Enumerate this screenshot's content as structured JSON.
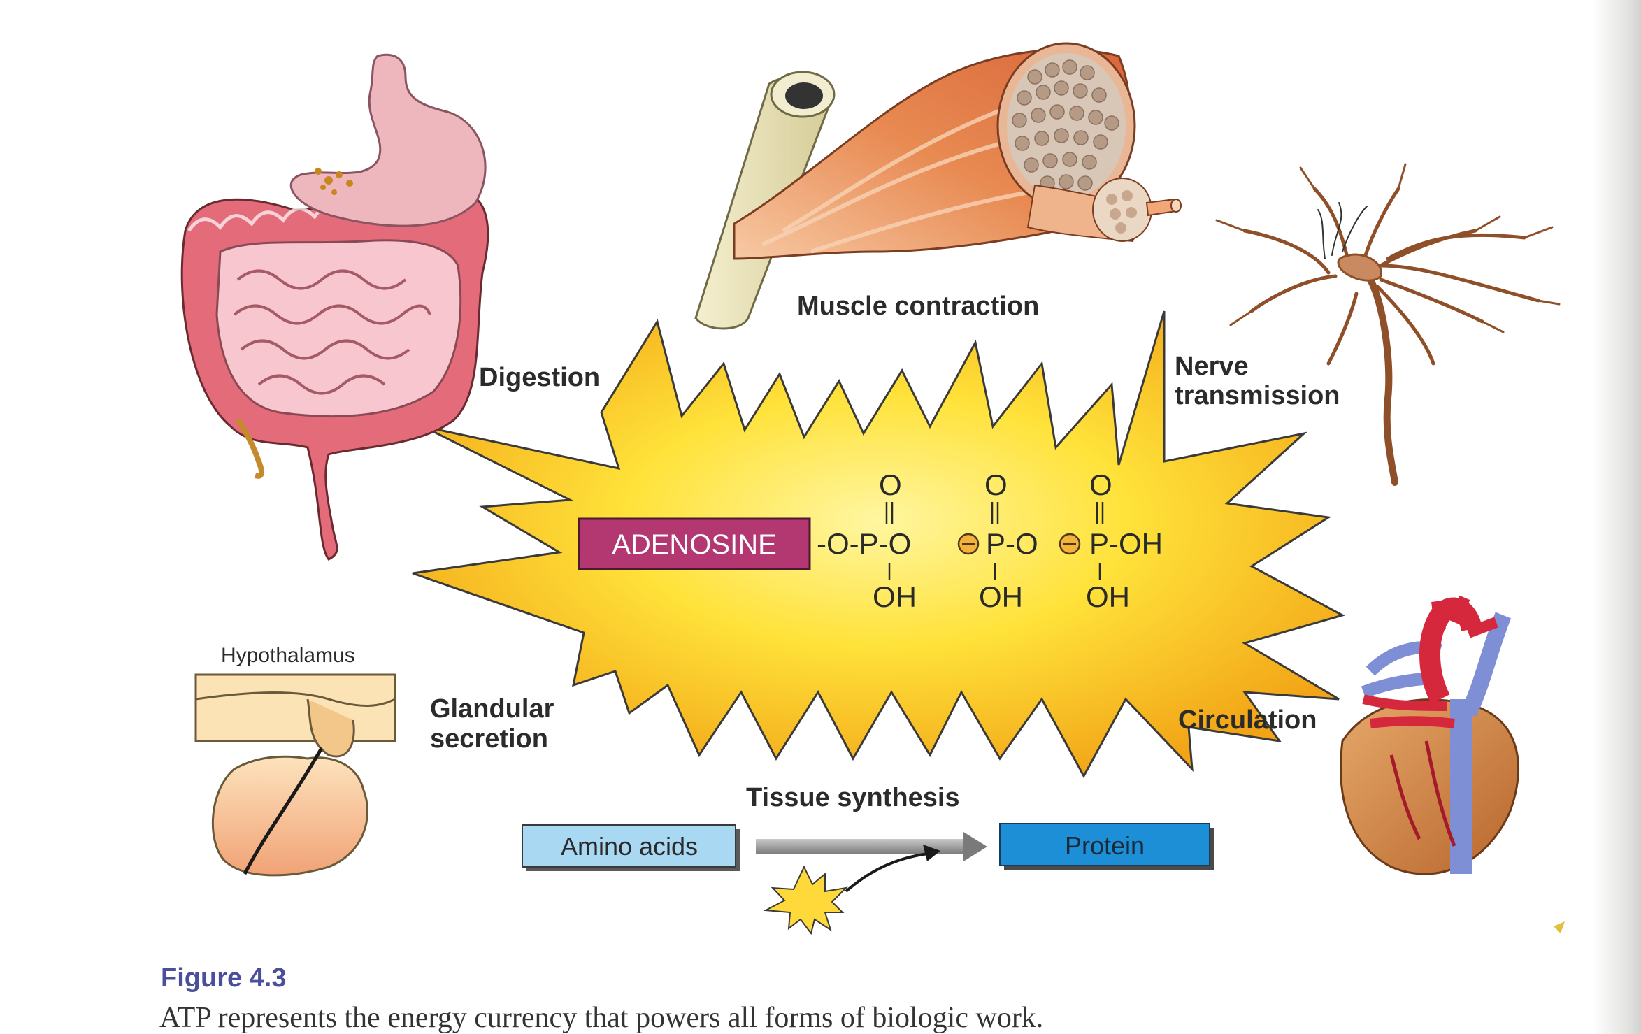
{
  "labels": {
    "muscle": "Muscle contraction",
    "digestion": "Digestion",
    "nerve_line1": "Nerve",
    "nerve_line2": "transmission",
    "hypothalamus": "Hypothalamus",
    "glandular_line1": "Glandular",
    "glandular_line2": "secretion",
    "circulation": "Circulation",
    "tissue": "Tissue synthesis"
  },
  "molecule": {
    "adenosine": "ADENOSINE",
    "double_o": "O",
    "chain_start": "-O-P-O",
    "chain_mid": "P-O",
    "chain_end": "P-OH",
    "hydroxyl": "OH"
  },
  "synthesis": {
    "input": "Amino acids",
    "output": "Protein"
  },
  "figure": {
    "title": "Figure 4.3",
    "caption": "ATP represents the energy currency that powers all forms of biologic work."
  },
  "colors": {
    "burst_core": "#fff15a",
    "burst_edge": "#f2a416",
    "adenosine_box": "#b33872",
    "amino_box": "#a9d8f3",
    "protein_box": "#1c8fd6",
    "title_blue": "#4a4f9b"
  }
}
